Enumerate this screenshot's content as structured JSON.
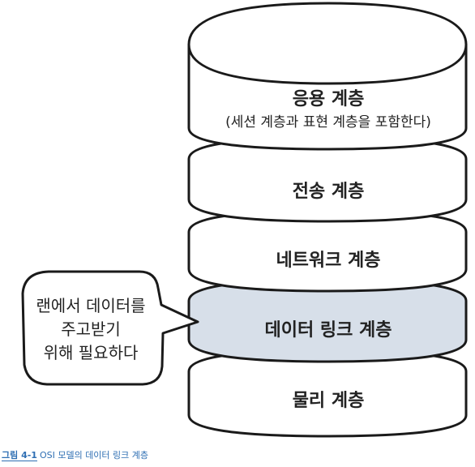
{
  "layers": [
    {
      "title": "응용 계층",
      "subtitle": "(세션 계층과 표현 계층을 포함한다)",
      "highlighted": false
    },
    {
      "title": "전송 계층",
      "subtitle": "",
      "highlighted": false
    },
    {
      "title": "네트워크 계층",
      "subtitle": "",
      "highlighted": false
    },
    {
      "title": "데이터 링크 계층",
      "subtitle": "",
      "highlighted": true
    },
    {
      "title": "물리 계층",
      "subtitle": "",
      "highlighted": false
    }
  ],
  "callout": {
    "lines": [
      "랜에서 데이터를",
      "주고받기",
      "위해 필요하다"
    ]
  },
  "caption": {
    "label": "그림 4-1",
    "text": "OSI 모델의 데이터 링크 계층"
  },
  "colors": {
    "layer_fill": "#ffffff",
    "highlight_fill": "#d7dfe9",
    "stroke": "#1a1a1a",
    "caption": "#2f6fb3"
  }
}
